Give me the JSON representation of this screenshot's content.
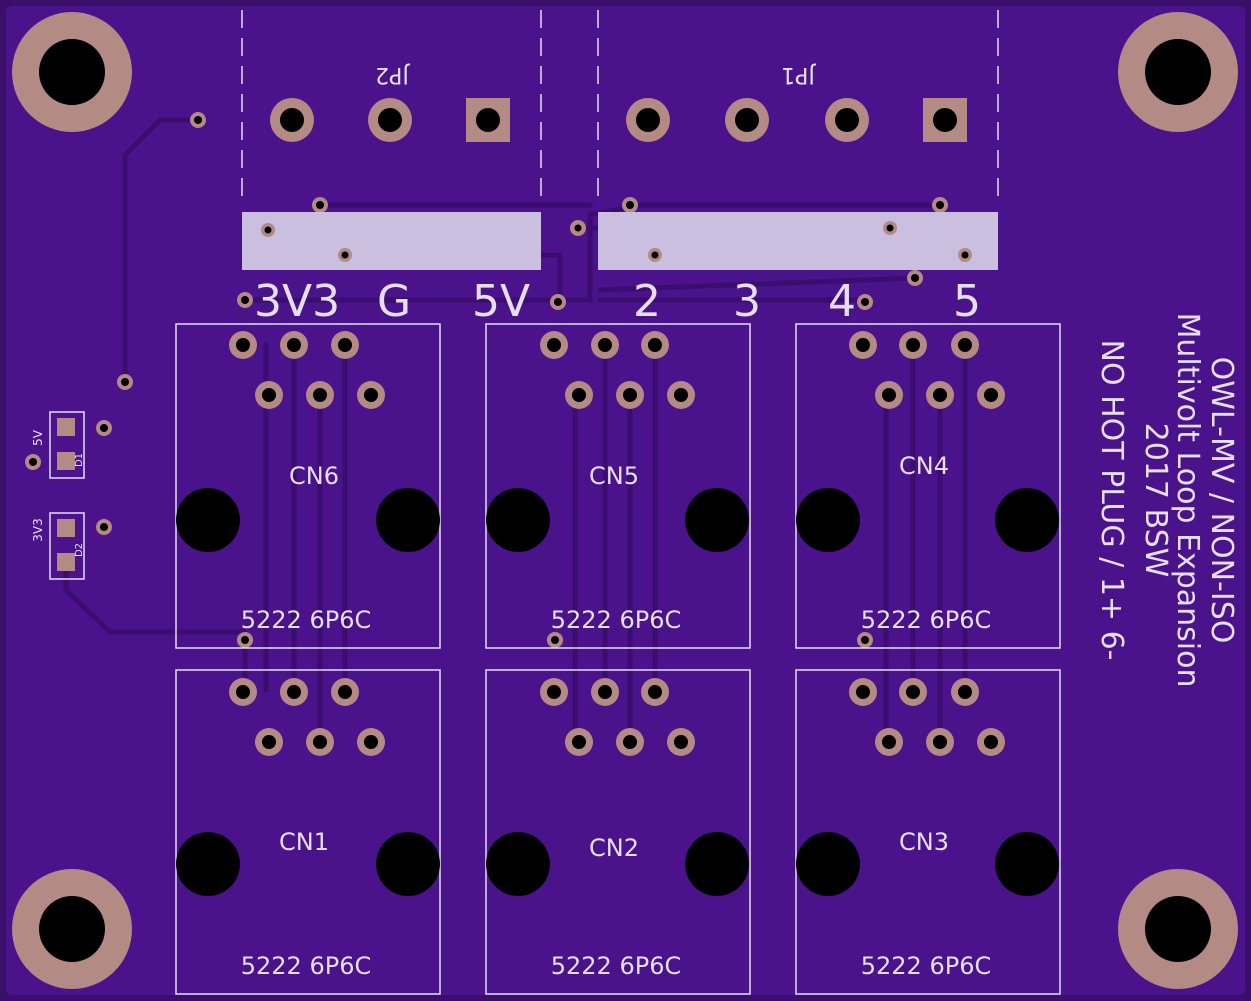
{
  "colors": {
    "board": "#4a138c",
    "board_edge": "#3a0f6a",
    "trace": "#3b0d6e",
    "copper_ring": "#b48a84",
    "drill": "#000000",
    "silkscreen": "#e6e0ee",
    "silk_block": "#cbbfe0"
  },
  "headers": {
    "jp2_label": "JP2",
    "jp1_label": "JP1"
  },
  "header_labels": {
    "l3v3": "3V3",
    "lg": "G",
    "l5v": "5V",
    "l2": "2",
    "l3": "3",
    "l4": "4",
    "l5": "5"
  },
  "connectors": {
    "cn6": "CN6",
    "cn5": "CN5",
    "cn4": "CN4",
    "cn1": "CN1",
    "cn2": "CN2",
    "cn3": "CN3",
    "part": "5222 6P6C"
  },
  "leds": {
    "d1_ref": "D1",
    "d1_label": "5V",
    "d2_ref": "D2",
    "d2_label": "3V3"
  },
  "board_text": {
    "line1": "OWL-MV / NON-ISO",
    "line2": "Multivolt Loop Expansion",
    "line3": "2017 BSW",
    "line4": "NO HOT PLUG / 1+ 6-"
  }
}
